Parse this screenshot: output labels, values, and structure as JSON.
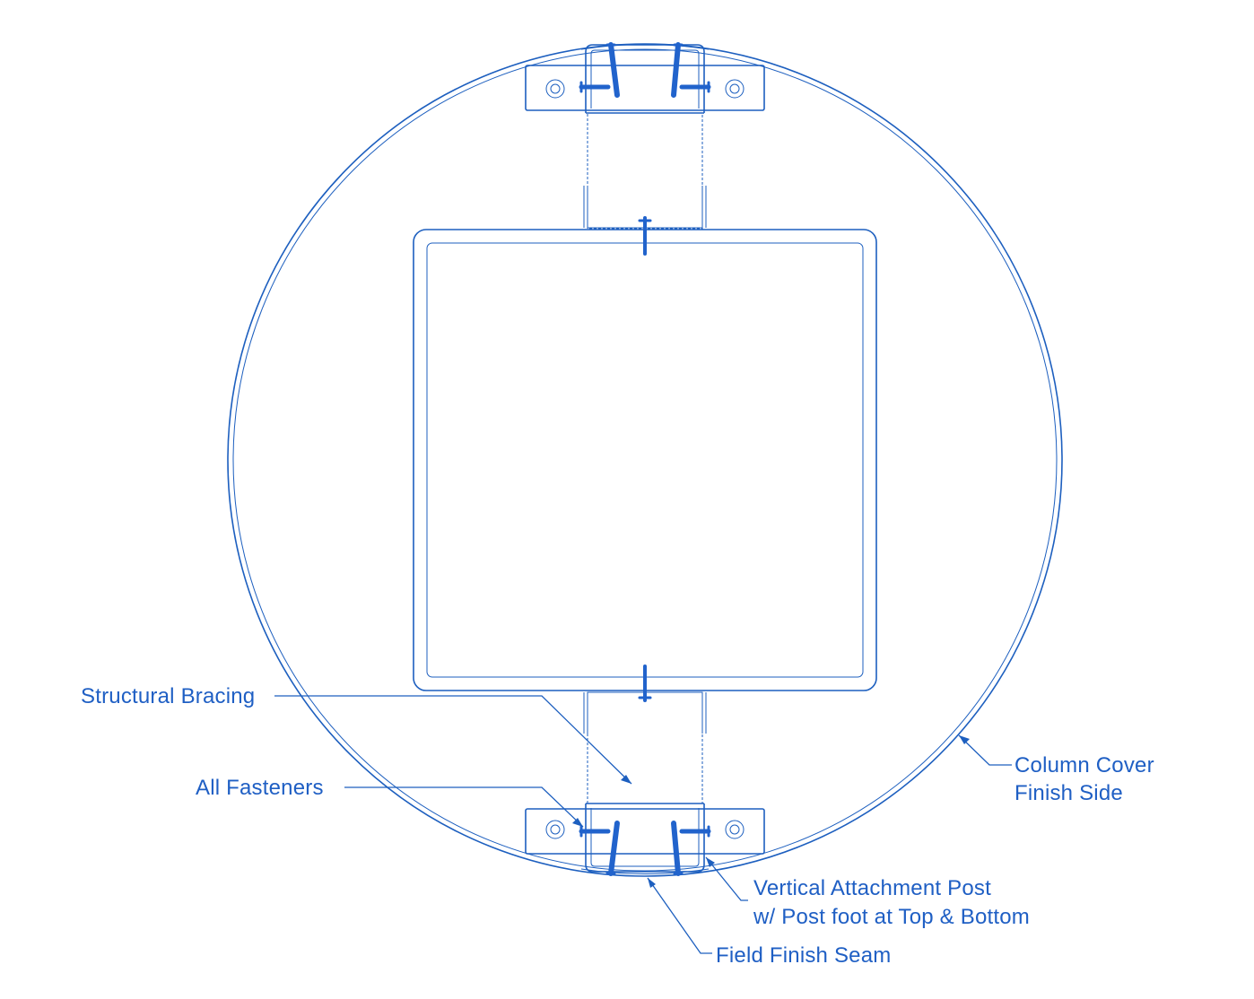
{
  "colors": {
    "line": "#1d5fbf",
    "text": "#1f5fc4",
    "fastener": "#2163cc",
    "background": "#ffffff"
  },
  "labels": {
    "structural_bracing": "Structural Bracing",
    "all_fasteners": "All Fasteners",
    "column_cover_line1": "Column Cover",
    "column_cover_line2": "Finish Side",
    "vertical_post_line1": "Vertical Attachment Post",
    "vertical_post_line2": "w/ Post foot at Top & Bottom",
    "field_finish_seam": "Field Finish Seam"
  }
}
